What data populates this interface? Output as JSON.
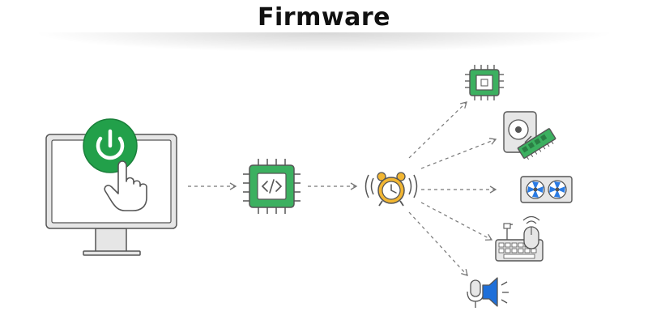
{
  "title": "Firmware",
  "colors": {
    "accent_green": "#22a04a",
    "chip_green": "#3cb060",
    "alarm_gold": "#f2b632",
    "speaker_blue": "#1e6fd9",
    "fan_blue": "#2a7be4",
    "outline": "#555555",
    "frame_gray": "#e6e6e6",
    "connector": "#777777"
  },
  "nodes": [
    {
      "id": "monitor",
      "icon": "monitor-power-button-icon"
    },
    {
      "id": "firmware-chip",
      "icon": "code-chip-icon"
    },
    {
      "id": "alarm",
      "icon": "alarm-clock-icon"
    },
    {
      "id": "cpu",
      "icon": "cpu-chip-icon"
    },
    {
      "id": "storage",
      "icon": "hard-drive-ram-icon"
    },
    {
      "id": "gpu",
      "icon": "graphics-card-icon"
    },
    {
      "id": "input",
      "icon": "keyboard-mouse-icon"
    },
    {
      "id": "audio",
      "icon": "microphone-speaker-icon"
    }
  ],
  "edges": [
    {
      "from": "monitor",
      "to": "firmware-chip"
    },
    {
      "from": "firmware-chip",
      "to": "alarm"
    },
    {
      "from": "alarm",
      "to": "cpu"
    },
    {
      "from": "alarm",
      "to": "storage"
    },
    {
      "from": "alarm",
      "to": "gpu"
    },
    {
      "from": "alarm",
      "to": "input"
    },
    {
      "from": "alarm",
      "to": "audio"
    }
  ]
}
